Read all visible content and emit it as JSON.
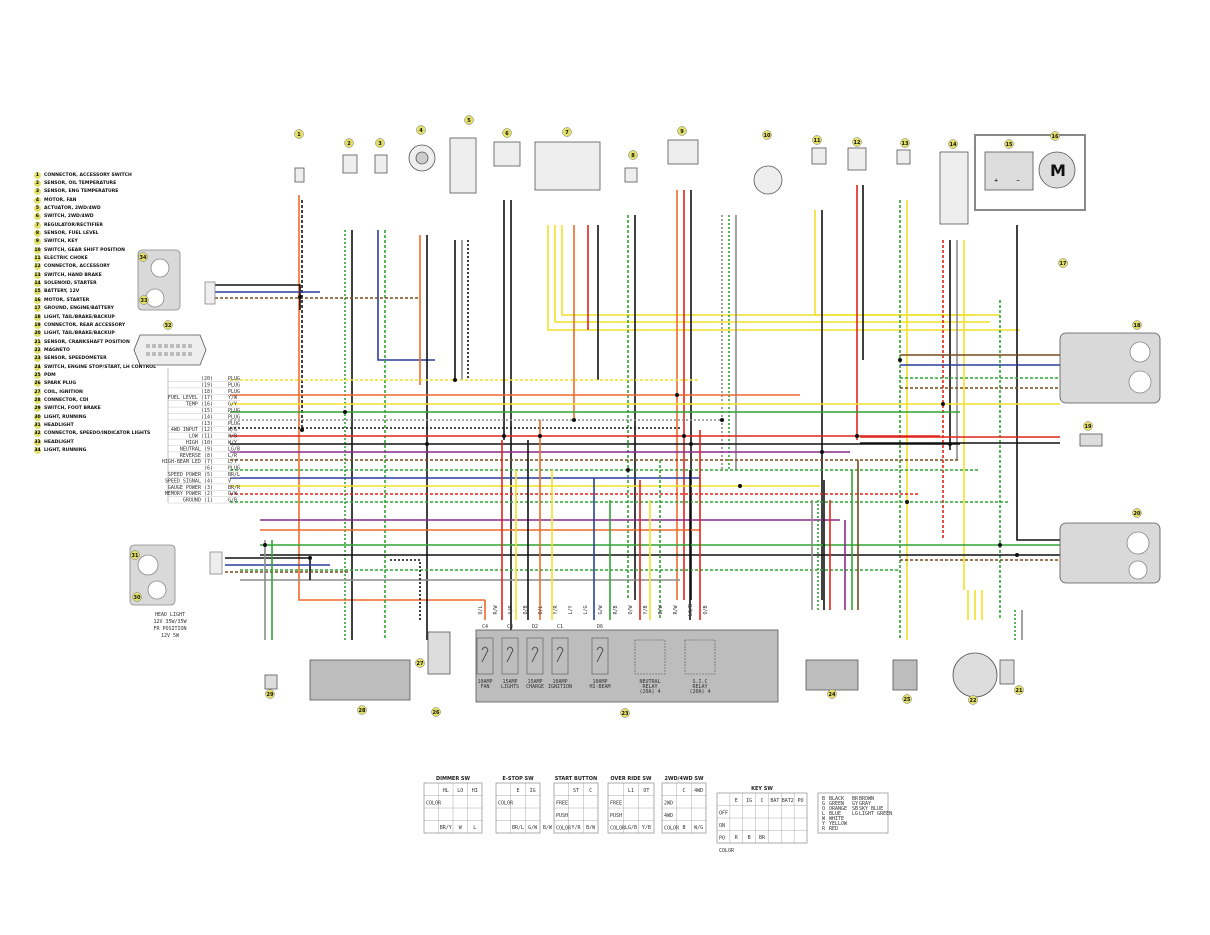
{
  "legend": [
    {
      "n": "1",
      "label": "CONNECTOR, ACCESSORY SWITCH"
    },
    {
      "n": "2",
      "label": "SENSOR, OIL TEMPERATURE"
    },
    {
      "n": "3",
      "label": "SENSOR, ENG TEMPERATURE"
    },
    {
      "n": "4",
      "label": "MOTOR, FAN"
    },
    {
      "n": "5",
      "label": "ACTUATOR, 2WD/4WD"
    },
    {
      "n": "6",
      "label": "SWITCH, 2WD/4WD"
    },
    {
      "n": "7",
      "label": "REGULATOR/RECTIFIER"
    },
    {
      "n": "8",
      "label": "SENSOR, FUEL LEVEL"
    },
    {
      "n": "9",
      "label": "SWITCH, KEY"
    },
    {
      "n": "10",
      "label": "SWITCH, GEAR SHIFT POSITION"
    },
    {
      "n": "11",
      "label": "ELECTRIC CHOKE"
    },
    {
      "n": "12",
      "label": "CONNECTOR, ACCESSORY"
    },
    {
      "n": "13",
      "label": "SWITCH, HAND BRAKE"
    },
    {
      "n": "14",
      "label": "SOLENOID, STARTER"
    },
    {
      "n": "15",
      "label": "BATTERY, 12V"
    },
    {
      "n": "16",
      "label": "MOTOR, STARTER"
    },
    {
      "n": "17",
      "label": "GROUND, ENGINE/BATTERY"
    },
    {
      "n": "18",
      "label": "LIGHT, TAIL/BRAKE/BACKUP"
    },
    {
      "n": "19",
      "label": "CONNECTOR, REAR ACCESSORY"
    },
    {
      "n": "20",
      "label": "LIGHT, TAIL/BRAKE/BACKUP"
    },
    {
      "n": "21",
      "label": "SENSOR, CRANKSHAFT POSITION"
    },
    {
      "n": "22",
      "label": "MAGNETO"
    },
    {
      "n": "23",
      "label": "SENSOR, SPEEDOMETER"
    },
    {
      "n": "24",
      "label": "SWITCH, ENGINE STOP/START, LH CONTROL"
    },
    {
      "n": "25",
      "label": "PDM"
    },
    {
      "n": "26",
      "label": "SPARK PLUG"
    },
    {
      "n": "27",
      "label": "COIL, IGNITION"
    },
    {
      "n": "28",
      "label": "CONNECTOR, CDI"
    },
    {
      "n": "29",
      "label": "SWITCH, FOOT BRAKE"
    },
    {
      "n": "30",
      "label": "LIGHT, RUNNING"
    },
    {
      "n": "31",
      "label": "HEADLIGHT"
    },
    {
      "n": "32",
      "label": "CONNECTOR, SPEEDO/INDICATOR LIGHTS"
    },
    {
      "n": "33",
      "label": "HEADLIGHT"
    },
    {
      "n": "34",
      "label": "LIGHT, RUNNING"
    }
  ],
  "callouts": {
    "c1": "1",
    "c2": "2",
    "c3": "3",
    "c4": "4",
    "c5": "5",
    "c6": "6",
    "c7": "7",
    "c8": "8",
    "c9": "9",
    "c10": "10",
    "c11": "11",
    "c12": "12",
    "c13": "13",
    "c14": "14",
    "c15": "15",
    "c16": "16",
    "c17": "17",
    "c18": "18",
    "c19": "19",
    "c20": "20",
    "c21": "21",
    "c22": "22",
    "c23": "23",
    "c24": "24",
    "c25": "25",
    "c26": "26",
    "c27": "27",
    "c28": "28",
    "c29": "29",
    "c30": "30",
    "c31": "31",
    "c32": "32",
    "c33": "33",
    "c34": "34"
  },
  "speedo_pins": [
    {
      "name": "(20)",
      "color": "PLUG"
    },
    {
      "name": "(19)",
      "color": "PLUG"
    },
    {
      "name": "(18)",
      "color": "PLUG"
    },
    {
      "name": "FUEL LEVEL (17)",
      "color": "Y/W"
    },
    {
      "name": "TEMP (16)",
      "color": "G/Y"
    },
    {
      "name": "(15)",
      "color": "PLUG"
    },
    {
      "name": "(14)",
      "color": "PLUG"
    },
    {
      "name": "(13)",
      "color": "PLUG"
    },
    {
      "name": "4WD INPUT (12)",
      "color": "W/G"
    },
    {
      "name": "LOW (11)",
      "color": "W/B"
    },
    {
      "name": "HIGH (10)",
      "color": "W/Y"
    },
    {
      "name": "NEUTRAL (9)",
      "color": "LG/B"
    },
    {
      "name": "REVERSE (8)",
      "color": "L/R"
    },
    {
      "name": "HIGH-BEAM LED (7)",
      "color": "L/Y"
    },
    {
      "name": "(6)",
      "color": "PLUG"
    },
    {
      "name": "SPEED POWER (5)",
      "color": "BR/L"
    },
    {
      "name": "SPEED SIGNAL (4)",
      "color": "V"
    },
    {
      "name": "GAUGE POWER (3)",
      "color": "BR/R"
    },
    {
      "name": "MEMORY POWER (2)",
      "color": "O/W"
    },
    {
      "name": "GROUND (1)",
      "color": "G/B"
    }
  ],
  "headlight_note": [
    "HEAD LIGHT",
    "12V 35W/35W",
    "FR POSITION",
    "12V 5W"
  ],
  "motor_label": "M",
  "pdm": {
    "fuses": [
      {
        "code": "C4",
        "label": "10AMP FAN"
      },
      {
        "code": "C3",
        "label": "15AMP LIGHTS"
      },
      {
        "code": "D2",
        "label": "15AMP CHARGE"
      },
      {
        "code": "C1",
        "label": "10AMP IGNITION"
      },
      {
        "code": "D6",
        "label": "10AMP HI-BEAM"
      }
    ],
    "relays": [
      {
        "label": "NEUTRAL RELAY (20A) 4 PIN"
      },
      {
        "label": "S.I.C RELAY (20A) 4 PIN"
      }
    ],
    "wire_codes": [
      "O/L",
      "R/W",
      "Y/R",
      "O/B",
      "O/L",
      "Y/R",
      "L/Y",
      "L/G",
      "G/W",
      "R/B",
      "O/W",
      "Y/B",
      "B/W",
      "R/W",
      "LG/B",
      "O/B"
    ]
  },
  "tables": {
    "dimmer": {
      "title": "DIMMER SW",
      "head": [
        "HL",
        "LO",
        "HI"
      ],
      "rows": [
        "COLOR",
        "BR/Y",
        "W",
        "L"
      ]
    },
    "estop": {
      "title": "E-STOP SW",
      "head": [
        "E",
        "IG"
      ],
      "rows": [
        "COLOR",
        "BR/L",
        "G/W",
        "B/W"
      ]
    },
    "start": {
      "title": "START BUTTON",
      "head": [
        "ST",
        "C"
      ],
      "rows": [
        "FREE",
        "PUSH",
        "COLOR",
        "Y/R",
        "B/W"
      ]
    },
    "override": {
      "title": "OVER RIDE SW",
      "head": [
        "L1",
        "OT"
      ],
      "rows": [
        "FREE",
        "PUSH",
        "COLOR",
        "LG/B",
        "Y/B"
      ]
    },
    "twofour": {
      "title": "2WD/4WD SW",
      "head": [
        "C",
        "4WD"
      ],
      "rows": [
        "2WD",
        "4WD",
        "COLOR",
        "B",
        "W/G"
      ]
    },
    "key": {
      "title": "KEY SW",
      "head": [
        "E",
        "IG",
        "C",
        "BAT",
        "BAT2",
        "PO"
      ],
      "rows": [
        "OFF",
        "ON",
        "PO",
        "COLOR",
        "R",
        "B",
        "BR"
      ]
    },
    "colors": [
      {
        "a": "B",
        "b": "BLACK"
      },
      {
        "a": "G",
        "b": "GREEN"
      },
      {
        "a": "O",
        "b": "ORANGE"
      },
      {
        "a": "L",
        "b": "BLUE"
      },
      {
        "a": "W",
        "b": "WHITE"
      },
      {
        "a": "Y",
        "b": "YELLOW"
      },
      {
        "a": "R",
        "b": "RED"
      },
      {
        "a": "BR",
        "b": "BROWN"
      },
      {
        "a": "GY",
        "b": "GRAY"
      },
      {
        "a": "SB",
        "b": "SKY BLUE"
      },
      {
        "a": "LG",
        "b": "LIGHT GREEN"
      }
    ]
  },
  "colors": {
    "yellow": "#f2e12a",
    "orange": "#ef6a2a",
    "red": "#e1251b",
    "green": "#32a336",
    "blue": "#2a3f9c",
    "purple": "#8a2a8c",
    "brown": "#7a4a1a",
    "black": "#111111",
    "gray": "#8c8c8c",
    "white": "#d9d9d9"
  }
}
